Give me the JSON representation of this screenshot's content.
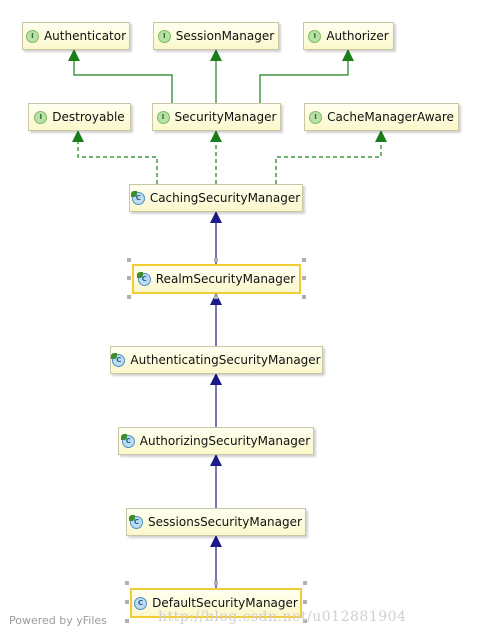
{
  "nodes": {
    "authenticator": {
      "label": "Authenticator",
      "kind": "interface",
      "icon": "interface-icon"
    },
    "session_manager": {
      "label": "SessionManager",
      "kind": "interface",
      "icon": "interface-icon"
    },
    "authorizer": {
      "label": "Authorizer",
      "kind": "interface",
      "icon": "interface-icon"
    },
    "destroyable": {
      "label": "Destroyable",
      "kind": "interface",
      "icon": "interface-icon"
    },
    "security_manager": {
      "label": "SecurityManager",
      "kind": "interface",
      "icon": "interface-icon"
    },
    "cache_manager_aware": {
      "label": "CacheManagerAware",
      "kind": "interface",
      "icon": "interface-icon"
    },
    "caching_security_manager": {
      "label": "CachingSecurityManager",
      "kind": "abstract-class",
      "icon": "abstract-class-icon"
    },
    "realm_security_manager": {
      "label": "RealmSecurityManager",
      "kind": "abstract-class",
      "icon": "abstract-class-icon",
      "selected": true
    },
    "authenticating_security_manager": {
      "label": "AuthenticatingSecurityManager",
      "kind": "abstract-class",
      "icon": "abstract-class-icon"
    },
    "authorizing_security_manager": {
      "label": "AuthorizingSecurityManager",
      "kind": "abstract-class",
      "icon": "abstract-class-icon"
    },
    "sessions_security_manager": {
      "label": "SessionsSecurityManager",
      "kind": "abstract-class",
      "icon": "abstract-class-icon"
    },
    "default_security_manager": {
      "label": "DefaultSecurityManager",
      "kind": "class",
      "icon": "class-icon",
      "selected": true
    }
  },
  "badges": {
    "interface": "I",
    "class": "C"
  },
  "edges": [
    {
      "from": "security_manager",
      "to": "authenticator",
      "relation": "extends"
    },
    {
      "from": "security_manager",
      "to": "session_manager",
      "relation": "extends"
    },
    {
      "from": "security_manager",
      "to": "authorizer",
      "relation": "extends"
    },
    {
      "from": "caching_security_manager",
      "to": "destroyable",
      "relation": "implements"
    },
    {
      "from": "caching_security_manager",
      "to": "security_manager",
      "relation": "implements"
    },
    {
      "from": "caching_security_manager",
      "to": "cache_manager_aware",
      "relation": "implements"
    },
    {
      "from": "realm_security_manager",
      "to": "caching_security_manager",
      "relation": "extends"
    },
    {
      "from": "authenticating_security_manager",
      "to": "realm_security_manager",
      "relation": "extends"
    },
    {
      "from": "authorizing_security_manager",
      "to": "authenticating_security_manager",
      "relation": "extends"
    },
    {
      "from": "sessions_security_manager",
      "to": "authorizing_security_manager",
      "relation": "extends"
    },
    {
      "from": "default_security_manager",
      "to": "sessions_security_manager",
      "relation": "extends"
    }
  ],
  "colors": {
    "interface_edge": "#1a7f1a",
    "class_edge": "#1a1a8a",
    "node_fill": "#fdfbd8",
    "selected_border": "#f2cc36"
  },
  "footer": "Powered by yFiles",
  "watermark": "http://blog.csdn.net/u012881904"
}
